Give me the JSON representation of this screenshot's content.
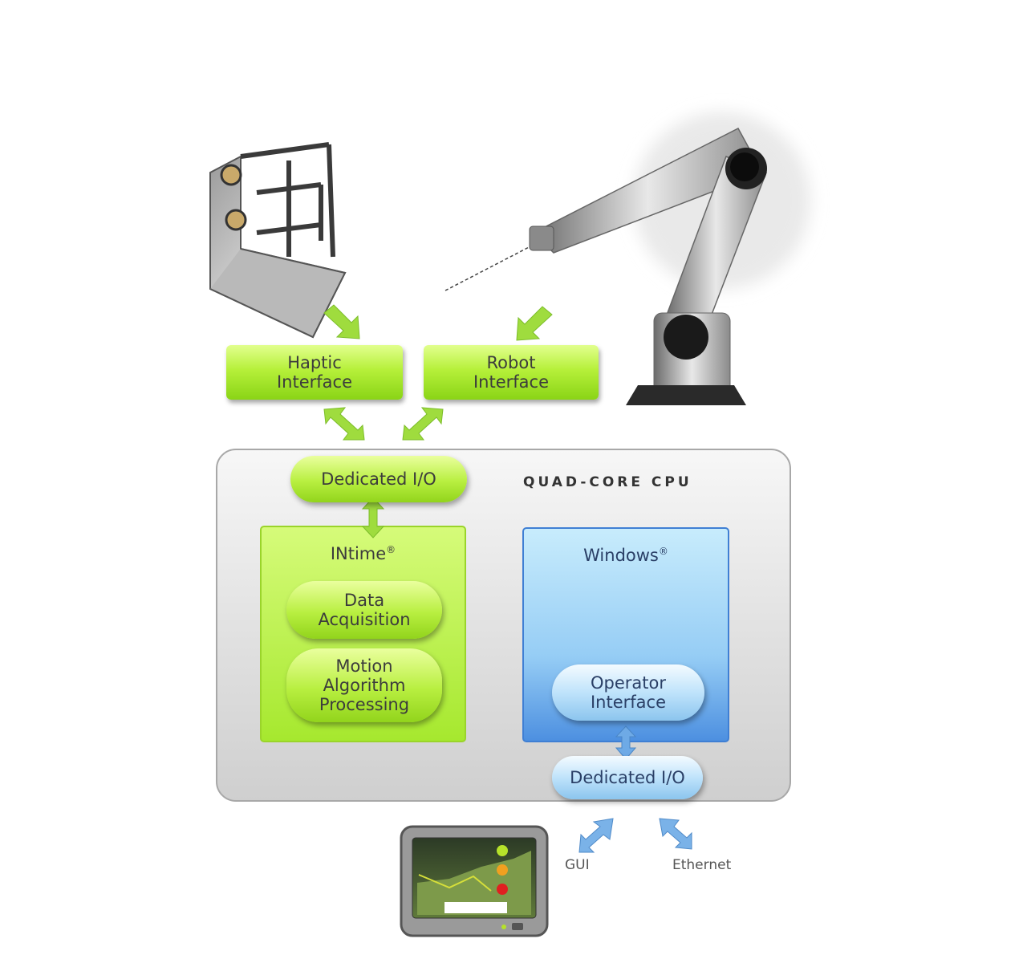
{
  "devices": {
    "haptic_interface": "Haptic\nInterface",
    "robot_interface": "Robot\nInterface"
  },
  "cpu": {
    "label": "QUAD-CORE CPU",
    "dedicated_io_top": "Dedicated I/O",
    "dedicated_io_bottom": "Dedicated I/O",
    "intime": {
      "title": "INtime",
      "mark": "®",
      "data_acquisition": "Data\nAcquisition",
      "motion_processing": "Motion\nAlgorithm\nProcessing"
    },
    "windows": {
      "title": "Windows",
      "mark": "®",
      "operator_interface": "Operator\nInterface"
    }
  },
  "outputs": {
    "gui": "GUI",
    "ethernet": "Ethernet"
  },
  "colors": {
    "green_accent": "#9be021",
    "blue_accent": "#5fa6ee",
    "arrow_green": "#8fd43c",
    "arrow_blue": "#5b9bd8"
  }
}
